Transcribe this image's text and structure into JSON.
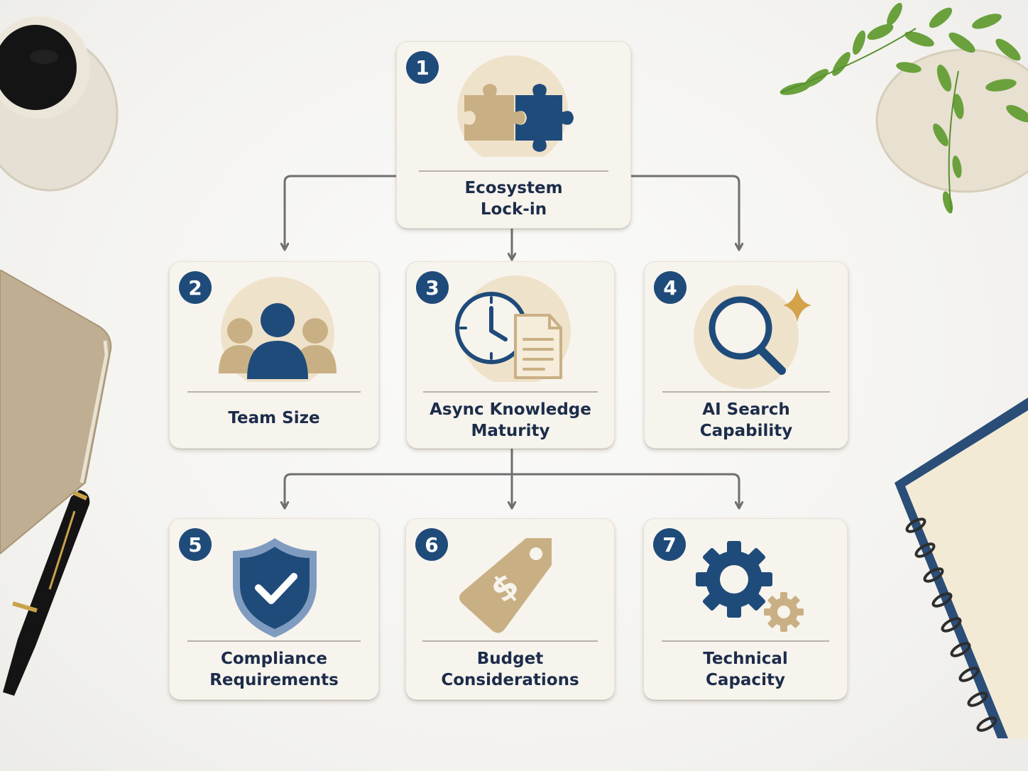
{
  "diagram": {
    "nodes": [
      {
        "number": "1",
        "line1": "Ecosystem",
        "line2": "Lock-in",
        "icon": "puzzle-icon"
      },
      {
        "number": "2",
        "line1": "Team Size",
        "line2": "",
        "icon": "team-icon"
      },
      {
        "number": "3",
        "line1": "Async Knowledge",
        "line2": "Maturity",
        "icon": "clock-document-icon"
      },
      {
        "number": "4",
        "line1": "AI Search",
        "line2": "Capability",
        "icon": "ai-search-icon"
      },
      {
        "number": "5",
        "line1": "Compliance",
        "line2": "Requirements",
        "icon": "shield-check-icon"
      },
      {
        "number": "6",
        "line1": "Budget",
        "line2": "Considerations",
        "icon": "price-tag-icon"
      },
      {
        "number": "7",
        "line1": "Technical",
        "line2": "Capacity",
        "icon": "gears-icon"
      }
    ],
    "edges": [
      {
        "from": "1",
        "to": "2"
      },
      {
        "from": "1",
        "to": "3"
      },
      {
        "from": "1",
        "to": "4"
      },
      {
        "from": "3",
        "to": "5"
      },
      {
        "from": "3",
        "to": "6"
      },
      {
        "from": "3",
        "to": "7"
      }
    ]
  },
  "colors": {
    "navy": "#1f4b7a",
    "tan": "#c9b084",
    "card": "#f7f4ee",
    "text": "#1c2d4a",
    "connector": "#6f6f6f"
  }
}
